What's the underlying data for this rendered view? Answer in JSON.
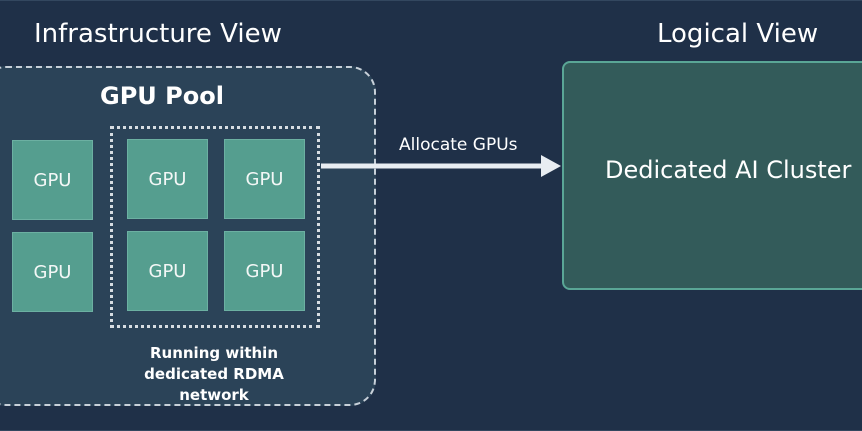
{
  "headings": {
    "infrastructure": "Infrastructure View",
    "logical": "Logical View"
  },
  "pool": {
    "title": "GPU Pool",
    "gpus": [
      "GPU",
      "GPU",
      "GPU",
      "GPU",
      "GPU",
      "GPU"
    ],
    "network_caption": "Running within dedicated RDMA network"
  },
  "arrow": {
    "label": "Allocate GPUs"
  },
  "cluster": {
    "label": "Dedicated AI Cluster"
  },
  "colors": {
    "background": "#1f3048",
    "pool_fill": "#2b4358",
    "gpu_fill": "#559e8f",
    "cluster_fill": "#335b5a",
    "cluster_border": "#5aa696"
  }
}
